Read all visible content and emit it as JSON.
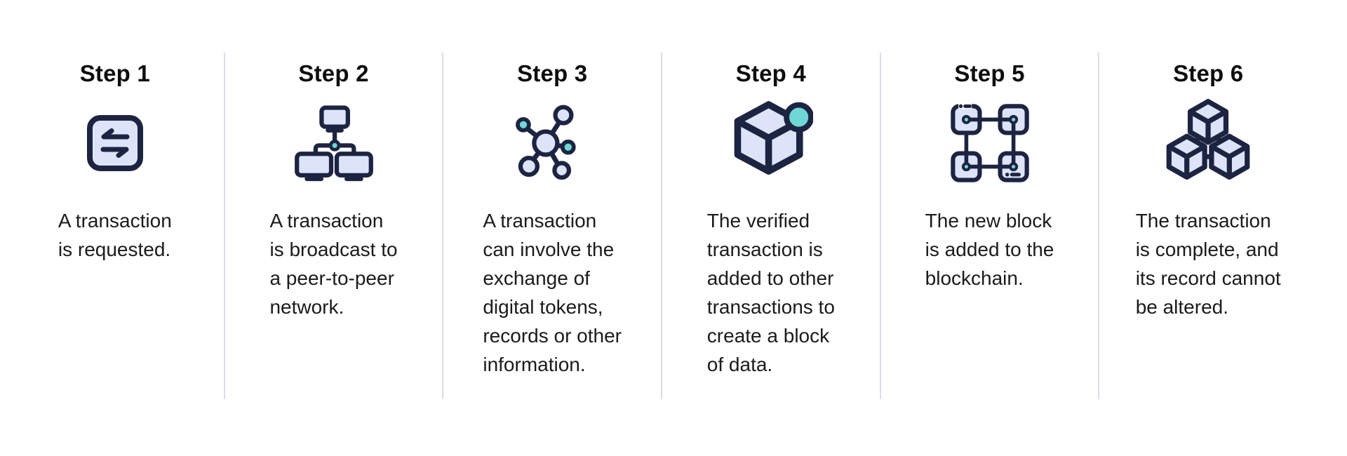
{
  "colors": {
    "background": "#ffffff",
    "icon_stroke": "#1d2442",
    "icon_fill": "#dde4f9",
    "accent_teal": "#6fd8d4",
    "divider": "#d9dcec",
    "title_text": "#0d0d0d",
    "body_text": "#1b1b1b"
  },
  "steps": [
    {
      "title": "Step 1",
      "icon": "swap-arrows-icon",
      "description": "A transaction\nis requested."
    },
    {
      "title": "Step 2",
      "icon": "computer-network-icon",
      "description": "A transaction\nis broadcast to\na peer-to-peer\nnetwork."
    },
    {
      "title": "Step 3",
      "icon": "node-molecule-icon",
      "description": "A transaction\ncan involve the\nexchange of\ndigital tokens,\nrecords or other\ninformation."
    },
    {
      "title": "Step 4",
      "icon": "data-block-cube-icon",
      "description": "The verified\ntransaction is\nadded to other\ntransactions to\ncreate a block\nof data."
    },
    {
      "title": "Step 5",
      "icon": "linked-blocks-icon",
      "description": "The new block\nis added to the\nblockchain."
    },
    {
      "title": "Step 6",
      "icon": "chained-cubes-icon",
      "description": "The transaction\nis complete, and\nits record cannot\nbe altered."
    }
  ]
}
